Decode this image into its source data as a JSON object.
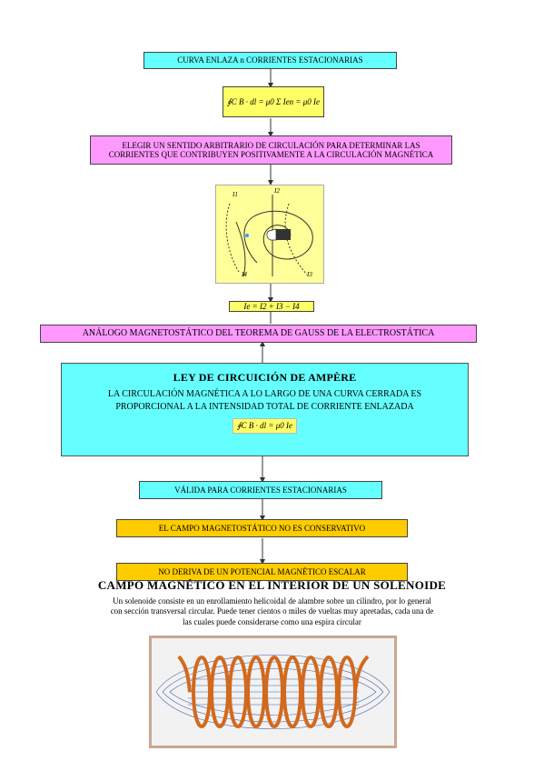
{
  "flow": {
    "box1": "CURVA ENLAZA n CORRIENTES ESTACIONARIAS",
    "formula1": "∮C B · dl = μ0 Σ Ien = μ0 Ie",
    "box2_line1": "ELEGIR UN SENTIDO ARBITRARIO DE CIRCULACIÓN PARA DETERMINAR LAS",
    "box2_line2": "CORRIENTES QUE CONTRIBUYEN POSITIVAMENTE A LA CIRCULACIÓN MAGNÉTICA",
    "figure_labels": [
      "I1",
      "I2",
      "I3",
      "I4"
    ],
    "formula2": "Ie = I2 + I3 − I4",
    "box3": "ANÁLOGO MAGNETOSTÁTICO DEL TEOREMA DE GAUSS DE LA ELECTROSTÁTICA",
    "ampere_title": "LEY DE CIRCUICIÓN DE AMPÈRE",
    "ampere_text_line1": "LA CIRCULACIÓN MAGNÉTICA A LO LARGO DE UNA CURVA CERRADA ES",
    "ampere_text_line2": "PROPORCIONAL A LA INTENSIDAD TOTAL DE CORRIENTE ENLAZADA",
    "ampere_formula": "∮C B · dl = μ0 Ie",
    "box4": "VÁLIDA PARA CORRIENTES ESTACIONARIAS",
    "box5": "EL CAMPO MAGNETOSTÁTICO NO ES CONSERVATIVO",
    "box6": "NO DERIVA DE UN POTENCIAL MAGNÉTICO ESCALAR"
  },
  "solenoid": {
    "title": "CAMPO MAGNÉTICO EN EL INTERIOR DE UN SOLENOIDE",
    "text_line1": "Un solenoide consiste en un enrollamiento helicoidal de alambre sobre un cilindro, por lo general",
    "text_line2": "con sección transversal circular. Puede tener cientos o miles de vueltas muy apretadas, cada una de",
    "text_line3": "las cuales puede considerarse como una espira circular"
  },
  "colors": {
    "cyan": "#66ffff",
    "magenta": "#ff99ff",
    "yellow": "#ffff66",
    "orange": "#ffcc00",
    "coil": "#d2691e"
  }
}
